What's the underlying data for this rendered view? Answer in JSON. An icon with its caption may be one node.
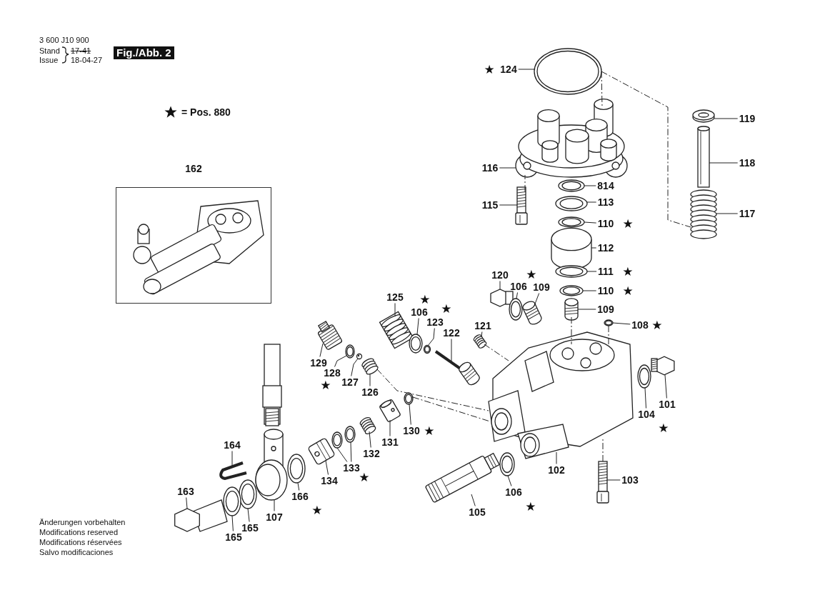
{
  "diagram": {
    "nodes": [
      {
        "text": [
          "124"
        ],
        "beside": [
          "★"
        ]
      },
      {
        "text": [
          "119"
        ]
      },
      {
        "text": [
          "116"
        ]
      },
      {
        "text": [
          "162"
        ]
      },
      {
        "text": [
          "118"
        ]
      },
      {
        "text": [
          "814"
        ]
      },
      {
        "text": [
          "113"
        ]
      },
      {
        "text": [
          "115"
        ]
      },
      {
        "text": [
          "117"
        ]
      },
      {
        "text": [
          "110"
        ],
        "beside": [
          "★"
        ]
      },
      {
        "text": [
          "112"
        ]
      },
      {
        "text": [
          "111"
        ],
        "beside": [
          "★"
        ]
      },
      {
        "text": [
          "120"
        ]
      },
      {
        "text": [
          "106"
        ],
        "beside": [
          "★"
        ]
      },
      {
        "text": [
          "110"
        ],
        "beside": [
          "★"
        ]
      },
      {
        "text": [
          "125"
        ]
      },
      {
        "text": [
          "109"
        ]
      },
      {
        "text": [
          "109"
        ]
      },
      {
        "text": [
          "106"
        ],
        "beside": [
          "★"
        ]
      },
      {
        "text": [
          "123"
        ],
        "beside": [
          "★"
        ]
      },
      {
        "text": [
          "121"
        ]
      },
      {
        "text": [
          "108"
        ],
        "beside": [
          "★"
        ]
      },
      {
        "text": [
          "122"
        ]
      },
      {
        "text": [
          "129"
        ]
      },
      {
        "text": [
          "128"
        ],
        "beside": [
          "★"
        ]
      },
      {
        "text": [
          "127"
        ]
      },
      {
        "text": [
          "126"
        ]
      },
      {
        "text": [
          "101"
        ]
      },
      {
        "text": [
          "104"
        ],
        "beside": [
          "★"
        ]
      },
      {
        "text": [
          "130"
        ],
        "beside": [
          "★"
        ]
      },
      {
        "text": [
          "131"
        ]
      },
      {
        "text": [
          "164"
        ]
      },
      {
        "text": [
          "103"
        ]
      },
      {
        "text": [
          "132"
        ]
      },
      {
        "text": [
          "133"
        ],
        "beside": [
          "★"
        ]
      },
      {
        "text": [
          "102"
        ]
      },
      {
        "text": [
          "134"
        ]
      },
      {
        "text": [
          "163"
        ]
      },
      {
        "text": [
          "106"
        ],
        "beside": [
          "★"
        ]
      },
      {
        "text": [
          "166"
        ],
        "beside": [
          "★"
        ]
      },
      {
        "text": [
          "105"
        ]
      },
      {
        "text": [
          "107"
        ]
      },
      {
        "text": [
          "165"
        ]
      },
      {
        "text": [
          "165"
        ]
      },
      {
        "text": [],
        "shape": "picture"
      },
      {
        "text": [],
        "shape": "picture"
      },
      {
        "text": [],
        "shape": "picture"
      },
      {
        "text": [],
        "shape": "picture"
      },
      {
        "text": [],
        "shape": "picture"
      },
      {
        "text": [],
        "shape": "picture"
      },
      {
        "text": [],
        "shape": "picture"
      },
      {
        "text": [],
        "shape": "picture"
      },
      {
        "text": [],
        "shape": "picture"
      },
      {
        "text": [],
        "shape": "picture"
      },
      {
        "text": [],
        "shape": "picture"
      },
      {
        "text": [],
        "shape": "picture"
      },
      {
        "text": [],
        "shape": "picture"
      },
      {
        "text": [],
        "shape": "picture"
      },
      {
        "text": [],
        "shape": "picture"
      },
      {
        "text": [],
        "shape": "picture"
      },
      {
        "text": [],
        "shape": "picture"
      },
      {
        "text": [],
        "shape": "picture"
      },
      {
        "text": [],
        "shape": "picture"
      },
      {
        "text": [],
        "shape": "picture"
      },
      {
        "text": [],
        "shape": "picture"
      },
      {
        "text": [],
        "shape": "picture"
      },
      {
        "text": [],
        "shape": "picture"
      },
      {
        "text": [],
        "shape": "picture"
      },
      {
        "text": [],
        "shape": "picture"
      },
      {
        "text": [],
        "shape": "picture"
      },
      {
        "text": [],
        "shape": "picture"
      },
      {
        "text": [],
        "shape": "picture"
      },
      {
        "text": [],
        "shape": "picture"
      },
      {
        "text": [],
        "shape": "picture"
      },
      {
        "text": [],
        "shape": "picture"
      },
      {
        "text": [],
        "shape": "picture"
      },
      {
        "text": [],
        "shape": "picture"
      },
      {
        "text": [],
        "shape": "picture"
      },
      {
        "text": [],
        "shape": "picture"
      },
      {
        "text": [],
        "shape": "picture"
      },
      {
        "text": [],
        "shape": "picture"
      },
      {
        "text": [],
        "shape": "picture"
      },
      {
        "text": [],
        "shape": "picture"
      },
      {
        "text": [],
        "shape": "picture"
      },
      {
        "text": [],
        "shape": "picture"
      },
      {
        "text": [],
        "shape": "picture"
      },
      {
        "text": [],
        "shape": "picture"
      },
      {
        "text": [],
        "shape": "picture"
      }
    ],
    "edges": [
      {
        "from": 0,
        "to": 44,
        "arrow": "none"
      },
      {
        "from": 1,
        "to": 45,
        "arrow": "none"
      },
      {
        "from": 2,
        "to": 46,
        "arrow": "none"
      },
      {
        "from": 4,
        "to": 47,
        "arrow": "none"
      },
      {
        "from": 5,
        "to": 48,
        "arrow": "none"
      },
      {
        "from": 6,
        "to": 49,
        "arrow": "none"
      },
      {
        "from": 7,
        "to": 50,
        "arrow": "none"
      },
      {
        "from": 8,
        "to": 51,
        "arrow": "none"
      },
      {
        "from": 9,
        "to": 52,
        "arrow": "none"
      },
      {
        "from": 10,
        "to": 53,
        "arrow": "none"
      },
      {
        "from": 11,
        "to": 54,
        "arrow": "none"
      },
      {
        "from": 12,
        "to": 55,
        "arrow": "none"
      },
      {
        "from": 13,
        "to": 56,
        "arrow": "none"
      },
      {
        "from": 14,
        "to": 57,
        "arrow": "none"
      },
      {
        "from": 15,
        "to": 58,
        "arrow": "none"
      },
      {
        "from": 16,
        "to": 59,
        "arrow": "none"
      },
      {
        "from": 17,
        "to": 60,
        "arrow": "none"
      },
      {
        "from": 18,
        "to": 61,
        "arrow": "none"
      },
      {
        "from": 19,
        "to": 62,
        "arrow": "none"
      },
      {
        "from": 20,
        "to": 63,
        "arrow": "none"
      },
      {
        "from": 21,
        "to": 64,
        "arrow": "none"
      },
      {
        "from": 22,
        "to": 65,
        "arrow": "none"
      },
      {
        "from": 23,
        "to": 66,
        "arrow": "none"
      },
      {
        "from": 24,
        "to": 67,
        "arrow": "none"
      },
      {
        "from": 25,
        "to": 68,
        "arrow": "none"
      },
      {
        "from": 26,
        "to": 69,
        "arrow": "none"
      },
      {
        "from": 27,
        "to": 70,
        "arrow": "none"
      },
      {
        "from": 28,
        "to": 71,
        "arrow": "none"
      },
      {
        "from": 29,
        "to": 72,
        "arrow": "none"
      },
      {
        "from": 30,
        "to": 73,
        "arrow": "none"
      },
      {
        "from": 31,
        "to": 74,
        "arrow": "none"
      },
      {
        "from": 32,
        "to": 75,
        "arrow": "none"
      },
      {
        "from": 33,
        "to": 76,
        "arrow": "none"
      },
      {
        "from": 34,
        "to": 77,
        "arrow": "none"
      },
      {
        "from": 34,
        "to": 78,
        "arrow": "none"
      },
      {
        "from": 35,
        "to": 79,
        "arrow": "none"
      },
      {
        "from": 36,
        "to": 80,
        "arrow": "none"
      },
      {
        "from": 37,
        "to": 81,
        "arrow": "none"
      },
      {
        "from": 38,
        "to": 82,
        "arrow": "none"
      },
      {
        "from": 39,
        "to": 83,
        "arrow": "none"
      },
      {
        "from": 40,
        "to": 84,
        "arrow": "none"
      },
      {
        "from": 41,
        "to": 85,
        "arrow": "none"
      },
      {
        "from": 42,
        "to": 86,
        "arrow": "none"
      },
      {
        "from": 43,
        "to": 87,
        "arrow": "none"
      },
      {
        "from": 44,
        "to": 46,
        "arrow": "none",
        "style": "dashed"
      },
      {
        "from": 44,
        "to": 51,
        "arrow": "none",
        "style": "dashed"
      },
      {
        "from": 50,
        "to": 46,
        "arrow": "none",
        "style": "dashed"
      },
      {
        "from": 69,
        "to": 79,
        "arrow": "none",
        "style": "dashed"
      },
      {
        "from": 72,
        "to": 79,
        "arrow": "none",
        "style": "dashed"
      },
      {
        "from": 63,
        "to": 79,
        "arrow": "none",
        "style": "dashed"
      },
      {
        "from": 60,
        "to": 79,
        "arrow": "none",
        "style": "dashed"
      },
      {
        "from": 64,
        "to": 79,
        "arrow": "none",
        "style": "dashed"
      },
      {
        "from": 75,
        "to": 79,
        "arrow": "none",
        "style": "dashed"
      }
    ],
    "labels": [
      "3 600 J10 900",
      "Stand",
      "17-41",
      "Fig./Abb. 2",
      "Issue",
      "18-04-27",
      "Änderungen vorbehalten",
      "Modifications reserved",
      "Modifications réservées",
      "Salvo modificaciones"
    ],
    "legend": [
      {
        "text": "= Pos. 880"
      }
    ]
  }
}
